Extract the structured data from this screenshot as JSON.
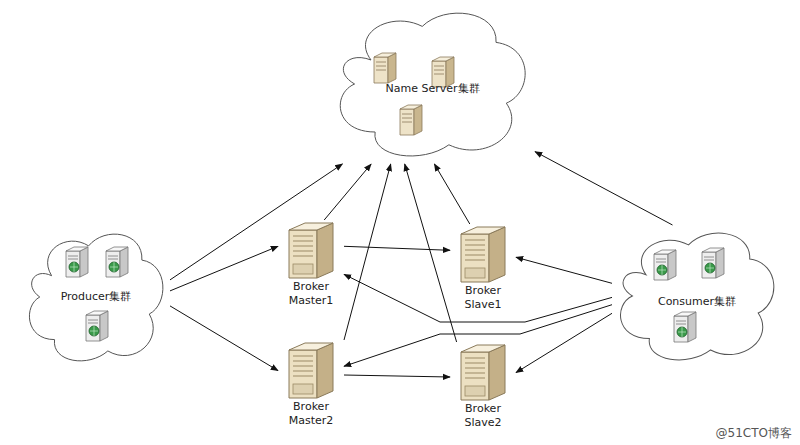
{
  "diagram": {
    "nodes": [
      {
        "text": [
          "Name Server集群"
        ]
      },
      {
        "text": [
          "Producer集群"
        ]
      },
      {
        "text": [
          "Broker Master1"
        ]
      },
      {
        "text": [
          "Broker Slave1"
        ]
      },
      {
        "text": [
          "Consumer集群"
        ]
      },
      {
        "text": [
          "Broker Master2"
        ]
      },
      {
        "text": [
          "Broker Slave2"
        ]
      }
    ],
    "edges": [
      {
        "from": 1,
        "to": 0,
        "arrow": "to"
      },
      {
        "from": 1,
        "to": 2,
        "arrow": "to"
      },
      {
        "from": 1,
        "to": 5,
        "arrow": "to"
      },
      {
        "from": 2,
        "to": 0,
        "arrow": "to"
      },
      {
        "from": 5,
        "to": 0,
        "arrow": "to"
      },
      {
        "from": 3,
        "to": 0,
        "arrow": "to"
      },
      {
        "from": 6,
        "to": 0,
        "arrow": "to"
      },
      {
        "from": 4,
        "to": 0,
        "arrow": "to"
      },
      {
        "from": 2,
        "to": 3,
        "arrow": "to"
      },
      {
        "from": 5,
        "to": 6,
        "arrow": "to"
      },
      {
        "from": 4,
        "to": 3,
        "arrow": "to"
      },
      {
        "from": 4,
        "to": 2,
        "arrow": "to"
      },
      {
        "from": 4,
        "to": 6,
        "arrow": "to"
      },
      {
        "from": 4,
        "to": 5,
        "arrow": "to"
      }
    ],
    "labels": [
      "@51CTO博客"
    ]
  }
}
